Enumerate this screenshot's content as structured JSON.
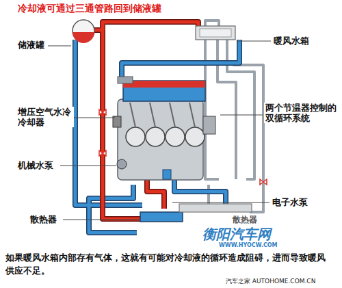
{
  "diagram": {
    "title": "冷却液可通过三通管路回到储液罐",
    "caption": "如果暖风水箱内部存有气体，这就有可能对冷却液的循环造成阻碍，进而导致暖风供应不足。",
    "labels": [
      "储液罐",
      "暖风水箱",
      "两个节温器控制的双循环系统",
      "增压空气水冷冷却器",
      "机械水泵",
      "电子水泵",
      "散热器",
      "散热器",
      "衡阳汽车网",
      "WWW.HYOCW.COM",
      "汽车之家 AUTOHOME.COM.CN"
    ]
  }
}
